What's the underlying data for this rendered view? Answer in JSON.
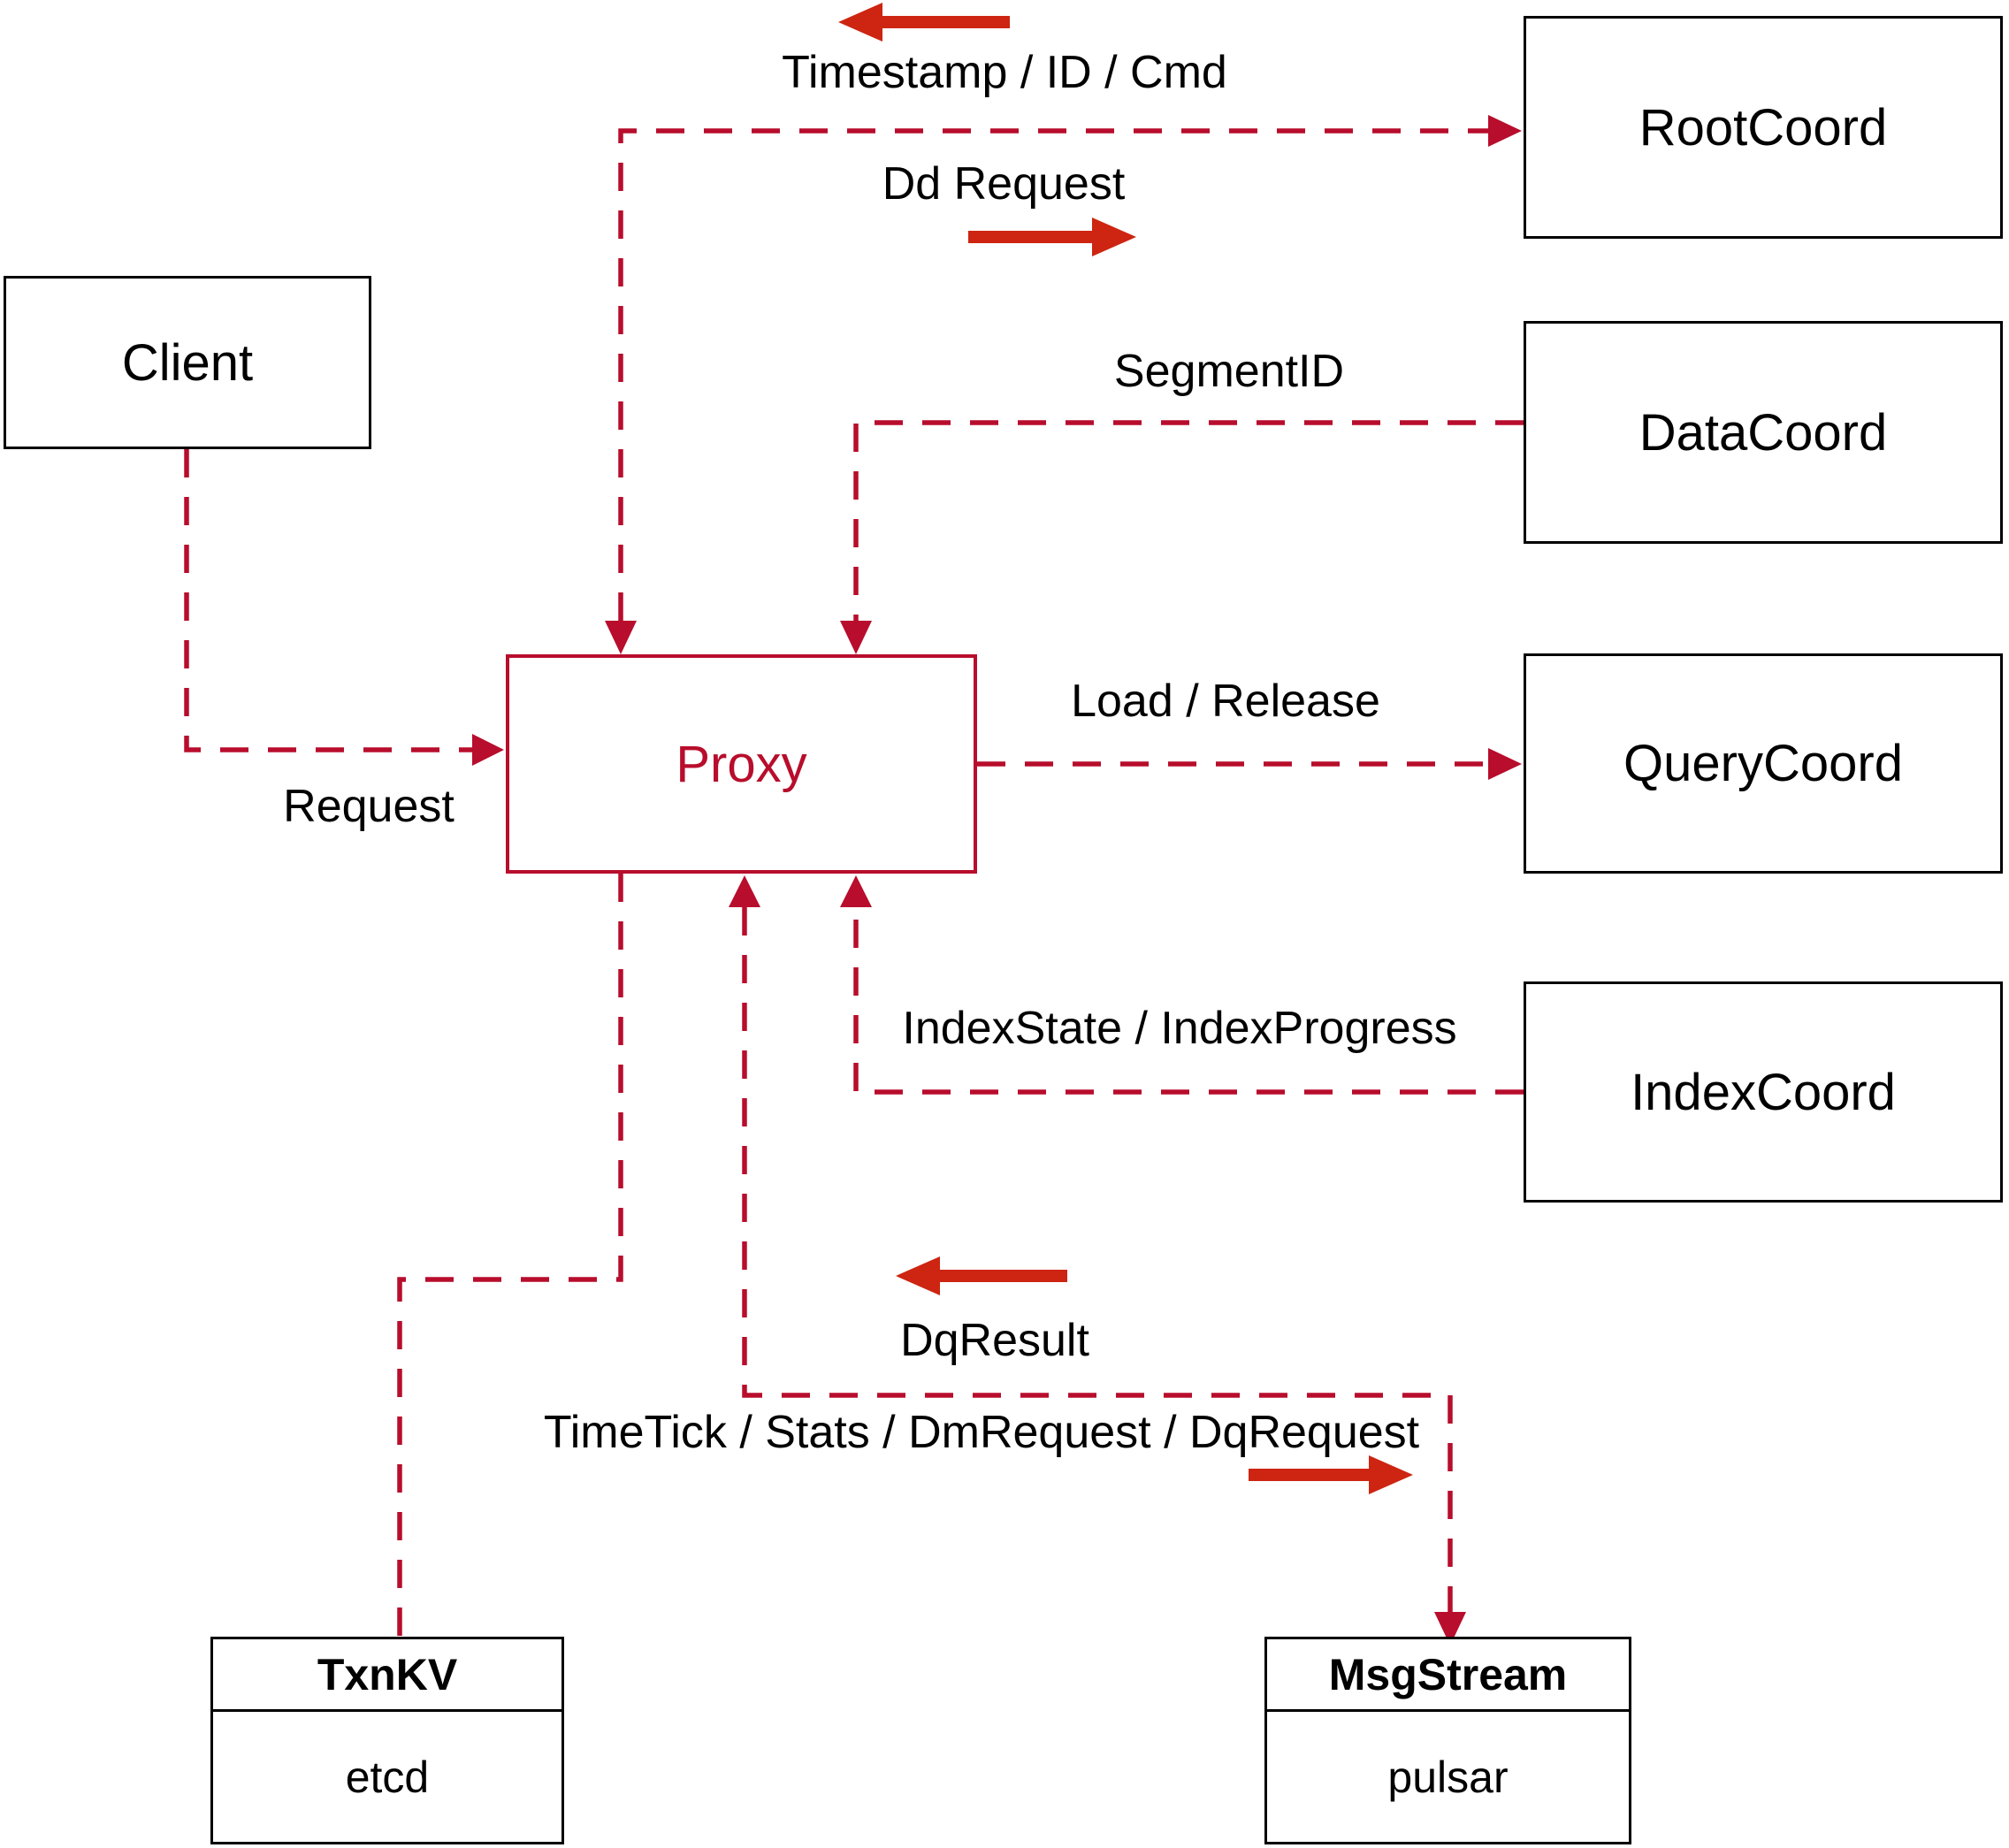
{
  "colors": {
    "dashed_line": "#b80d2c",
    "solid_arrow": "#cd2512",
    "box_border": "#000000",
    "text": "#000000",
    "background": "#ffffff"
  },
  "nodes": {
    "client": {
      "label": "Client"
    },
    "proxy": {
      "label": "Proxy"
    },
    "root_coord": {
      "label": "RootCoord"
    },
    "data_coord": {
      "label": "DataCoord"
    },
    "query_coord": {
      "label": "QueryCoord"
    },
    "index_coord": {
      "label": "IndexCoord"
    },
    "txn_kv": {
      "title": "TxnKV",
      "impl": "etcd"
    },
    "msg_stream": {
      "title": "MsgStream",
      "impl": "pulsar"
    }
  },
  "edge_labels": {
    "client_to_proxy": "Request",
    "root_response": "Timestamp / ID / Cmd",
    "root_request": "Dd Request",
    "data_to_proxy": "SegmentID",
    "proxy_to_query": "Load / Release",
    "index_to_proxy": "IndexState / IndexProgress",
    "msg_response": "DqResult",
    "msg_request": "TimeTick / Stats / DmRequest / DqRequest"
  }
}
